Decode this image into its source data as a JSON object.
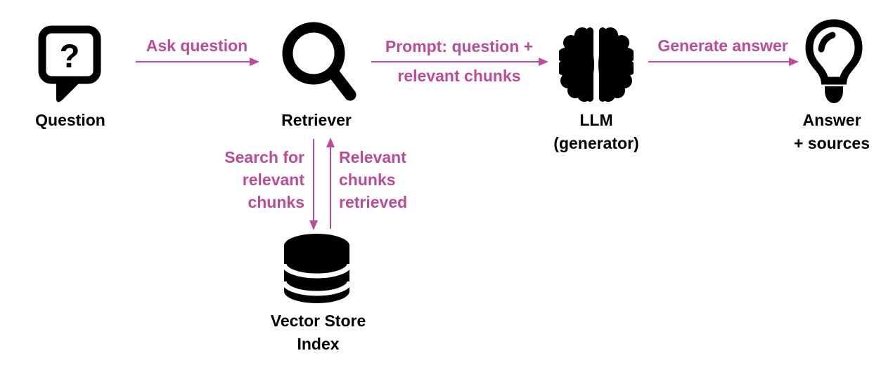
{
  "diagram": {
    "background": "#ffffff",
    "accent_color": "#be4b97",
    "ink_color": "#000000",
    "nodes": {
      "question": {
        "label": "Question",
        "icon": "question-speech-bubble",
        "icon_glyph": "?"
      },
      "retriever": {
        "label": "Retriever",
        "icon": "magnifying-glass"
      },
      "llm": {
        "label_line1": "LLM",
        "label_line2": "(generator)",
        "icon": "brain"
      },
      "answer": {
        "label_line1": "Answer",
        "label_line2": "+ sources",
        "icon": "lightbulb"
      },
      "vector_store": {
        "label_line1": "Vector Store",
        "label_line2": "Index",
        "icon": "database"
      }
    },
    "edges": {
      "ask": {
        "from": "Question",
        "to": "Retriever",
        "direction": "right",
        "label": "Ask question"
      },
      "prompt": {
        "from": "Retriever",
        "to": "LLM",
        "direction": "right",
        "label_line1": "Prompt: question +",
        "label_line2": "relevant chunks"
      },
      "generate": {
        "from": "LLM",
        "to": "Answer",
        "direction": "right",
        "label": "Generate answer"
      },
      "search": {
        "from": "Retriever",
        "to": "Vector Store Index",
        "direction": "down",
        "label_line1": "Search for",
        "label_line2": "relevant",
        "label_line3": "chunks"
      },
      "retrieve": {
        "from": "Vector Store Index",
        "to": "Retriever",
        "direction": "up",
        "label_line1": "Relevant",
        "label_line2": "chunks",
        "label_line3": "retrieved"
      }
    }
  }
}
